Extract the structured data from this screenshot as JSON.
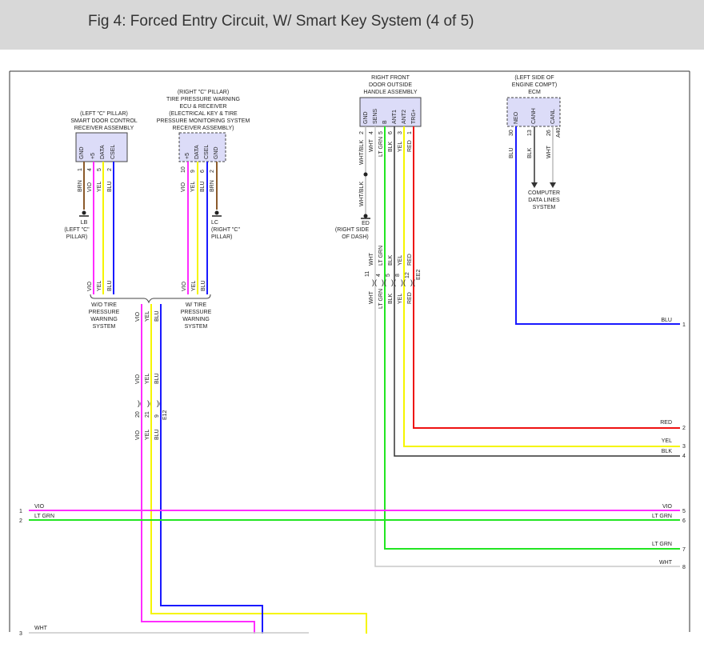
{
  "page": {
    "title": "Fig 4: Forced Entry Circuit, W/ Smart Key System (4 of 5)"
  },
  "diagram": {
    "components": {
      "smart_receiver": {
        "title": [
          "(LEFT \"C\" PILLAR)",
          "SMART DOOR CONTROL",
          "RECEIVER ASSEMBLY"
        ],
        "pins": [
          "GND",
          "+5",
          "DATA",
          "CSEL"
        ],
        "pin_numbers": [
          "1",
          "4",
          "5",
          "2"
        ],
        "wire_colors": [
          "BRN",
          "VIO",
          "YEL",
          "BLU"
        ]
      },
      "tpms_receiver": {
        "title": [
          "(RIGHT \"C\" PILLAR)",
          "TIRE PRESSURE WARNING",
          "ECU & RECEIVER",
          "(ELECTRICAL KEY & TIRE",
          "PRESSURE MONITORING SYSTEM",
          "RECEIVER ASSEMBLY)"
        ],
        "pins": [
          "+5",
          "DATA",
          "CSEL",
          "GND"
        ],
        "pin_numbers": [
          "10",
          "9",
          "6",
          "2"
        ],
        "wire_colors": [
          "VIO",
          "YEL",
          "BLU",
          "BRN"
        ]
      },
      "door_handle": {
        "title": [
          "RIGHT FRONT",
          "DOOR OUTSIDE",
          "HANDLE ASSEMBLY"
        ],
        "pins": [
          "GND",
          "SENS",
          "B",
          "ANT1",
          "ANT2",
          "TRG+"
        ],
        "pin_numbers": [
          "2",
          "4",
          "5",
          "6",
          "3",
          "1"
        ],
        "wire_colors": [
          "WHT/BLK",
          "WHT",
          "LT GRN",
          "BLK",
          "YEL",
          "RED"
        ]
      },
      "ecm": {
        "title": [
          "(LEFT SIDE OF",
          "ENGINE COMPT)",
          "ECM"
        ],
        "pins": [
          "NEO",
          "CANH",
          "CANL"
        ],
        "pin_numbers": [
          "30",
          "13",
          "26"
        ],
        "connector": "A40",
        "wire_colors": [
          "BLU",
          "BLK",
          "WHT"
        ],
        "data_lines": [
          "COMPUTER",
          "DATA LINES",
          "SYSTEM"
        ]
      }
    },
    "grounds": {
      "lb": {
        "id": "LB",
        "location": [
          "(LEFT \"C\"",
          "PILLAR)"
        ]
      },
      "lc": {
        "id": "LC",
        "location": [
          "(RIGHT \"C\"",
          "PILLAR)"
        ]
      },
      "ed": {
        "id": "ED",
        "location": [
          "(RIGHT SIDE",
          "OF DASH)"
        ]
      },
      "ed_wire": "WHT/BLK"
    },
    "splits": {
      "without": [
        "W/O TIRE",
        "PRESSURE",
        "WARNING",
        "SYSTEM"
      ],
      "with": [
        "W/ TIRE",
        "PRESSURE",
        "WARNING",
        "SYSTEM"
      ],
      "left_colors": [
        "VIO",
        "YEL",
        "BLU"
      ],
      "right_colors": [
        "VIO",
        "YEL",
        "BLU"
      ],
      "main_colors": [
        "VIO",
        "YEL",
        "BLU"
      ]
    },
    "connector_e12": {
      "id": "E12",
      "pins": [
        "20",
        "21",
        "9"
      ],
      "colors_above": [
        "VIO",
        "YEL",
        "BLU"
      ],
      "colors_below": [
        "VIO",
        "YEL",
        "BLU"
      ]
    },
    "connector_ee2": {
      "id": "EE2",
      "pins": [
        "11",
        "4",
        "5",
        "8",
        "12"
      ],
      "colors_above": [
        "WHT",
        "LT GRN",
        "BLK",
        "YEL",
        "RED"
      ],
      "colors_below": [
        "WHT",
        "LT GRN",
        "BLK",
        "YEL",
        "RED"
      ]
    },
    "right_outputs": [
      {
        "label": "BLU",
        "num": "1"
      },
      {
        "label": "RED",
        "num": "2"
      },
      {
        "label": "YEL",
        "num": "3"
      },
      {
        "label": "BLK",
        "num": "4"
      },
      {
        "label": "VIO",
        "num": "5"
      },
      {
        "label": "LT GRN",
        "num": "6"
      },
      {
        "label": "LT GRN",
        "num": "7"
      },
      {
        "label": "WHT",
        "num": "8"
      }
    ],
    "left_inputs": [
      {
        "label": "VIO",
        "num": "1"
      },
      {
        "label": "LT GRN",
        "num": "2"
      },
      {
        "label": "WHT",
        "num": "3"
      }
    ],
    "colors": {
      "vio": "#ff2dff",
      "yel": "#f5f500",
      "blu": "#1a1aff",
      "brn": "#8b5a2b",
      "red": "#ee1111",
      "ltgrn": "#22e622",
      "blk": "#333333",
      "wht": "#c8c8c8",
      "border": "#333333",
      "header_bg": "#d8d8d8"
    }
  }
}
